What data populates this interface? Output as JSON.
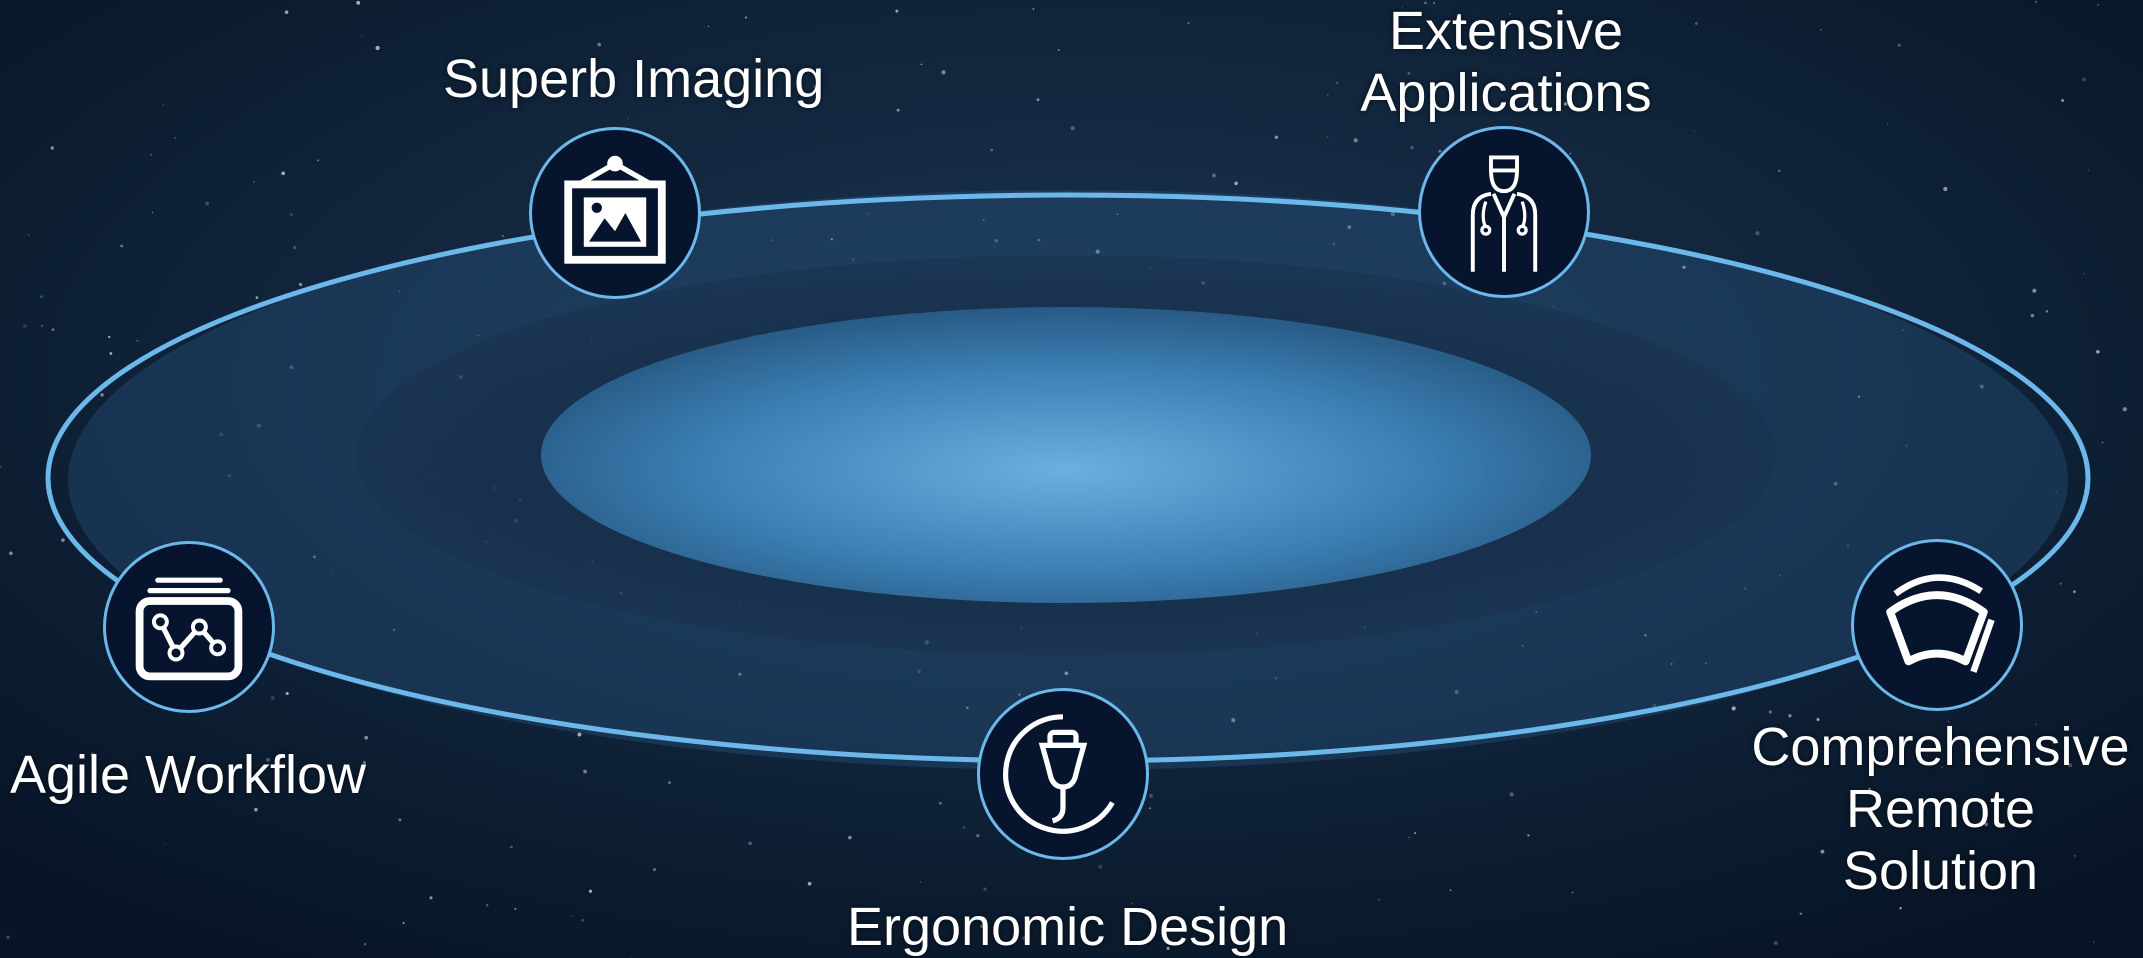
{
  "colors": {
    "background": "#0b1a2e",
    "ring": "#6cb8ea",
    "node_fill": "#07142e",
    "inner_glow": "#5fa8d8"
  },
  "features": [
    {
      "id": "superb-imaging",
      "lines": [
        "Superb Imaging"
      ],
      "icon": "framed-picture-icon"
    },
    {
      "id": "extensive-applications",
      "lines": [
        "Extensive",
        "Applications"
      ],
      "icon": "doctor-icon"
    },
    {
      "id": "agile-workflow",
      "lines": [
        "Agile Workflow"
      ],
      "icon": "workflow-chart-icon"
    },
    {
      "id": "ergonomic-design",
      "lines": [
        "Ergonomic Design"
      ],
      "icon": "ultrasound-probe-icon"
    },
    {
      "id": "comprehensive-remote-solution",
      "lines": [
        "Comprehensive",
        "Remote",
        "Solution"
      ],
      "icon": "remote-arc-icon"
    }
  ]
}
